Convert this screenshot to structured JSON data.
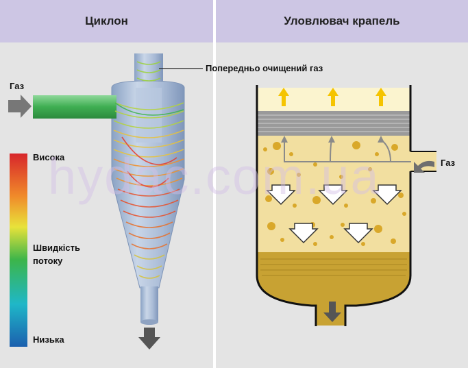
{
  "headers": {
    "cyclone": "Циклон",
    "droplet_catcher": "Уловлювач крапель"
  },
  "labels": {
    "gas_in_left": "Газ",
    "gas_in_right": "Газ",
    "pre_cleaned_gas": "Попередньо очищений газ",
    "high": "Висока",
    "flow_speed": "Швидкість потоку",
    "low": "Низька"
  },
  "watermark": "hydac.com.ua",
  "colors": {
    "header_bg": "#cdc6e4",
    "panel_bg": "#e4e4e4",
    "liquid": "#c8a233",
    "foam": "#f2dfa0",
    "clean_gas": "#fbf4cf",
    "arrow": "#555555",
    "up_arrow": "#f5c400"
  },
  "legend_gradient": [
    "#d7262b",
    "#f08a2a",
    "#e8e23a",
    "#3cb54a",
    "#1fb7c8",
    "#1b5fae"
  ]
}
